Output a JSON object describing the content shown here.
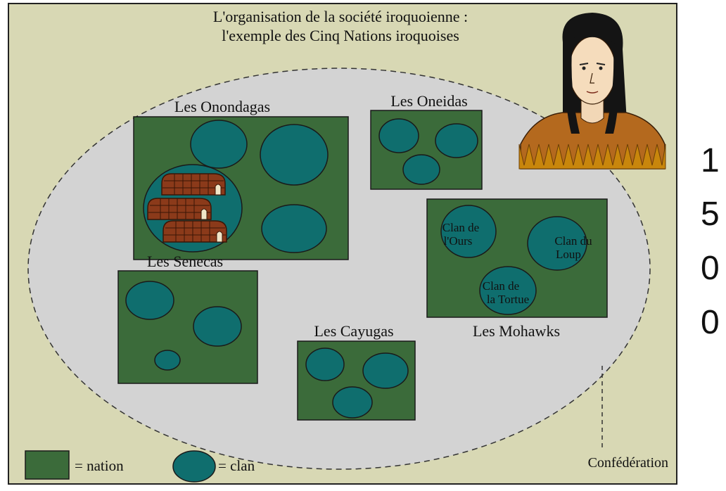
{
  "diagram": {
    "title_line1": "L'organisation de la société iroquoienne :",
    "title_line2": "l'exemple des Cinq Nations iroquoises",
    "confederation_label": "Confédération",
    "nations": {
      "onondagas": "Les Onondagas",
      "oneidas": "Les Oneidas",
      "senecas": "Les Senecas",
      "cayugas": "Les Cayugas",
      "mohawks": "Les Mohawks"
    },
    "clans": {
      "bear_1": "Clan de",
      "bear_2": "l'Ours",
      "wolf_1": "Clan du",
      "wolf_2": "Loup",
      "turtle_1": "Clan de",
      "turtle_2": "la Tortue"
    },
    "legend": {
      "nation": "= nation",
      "clan": "= clan"
    },
    "colors": {
      "parchment": "#d8d8b4",
      "confederation": "#d3d3d3",
      "nation": "#3b6b3a",
      "clan": "#0f6e6e",
      "longhouse": "#8b3a1a",
      "fringe": "#c8860c"
    }
  },
  "side_text": {
    "d1": "1",
    "d2": "5",
    "d3": "0",
    "d4": "0"
  }
}
